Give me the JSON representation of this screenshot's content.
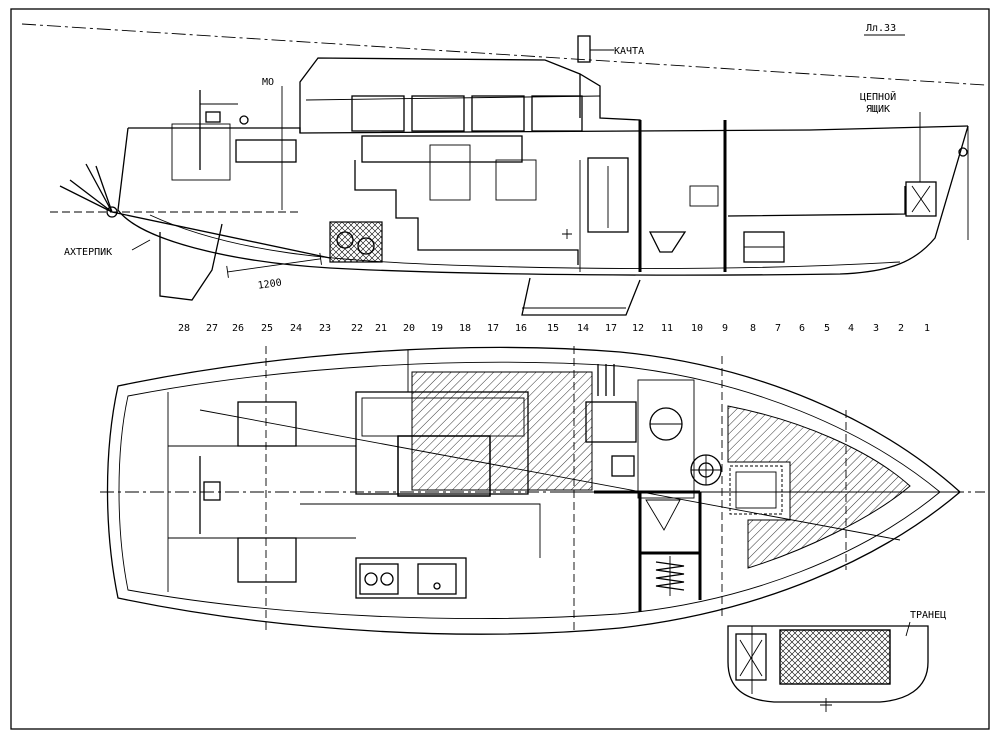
{
  "sheet_number": "Лл.33",
  "labels": {
    "kachta": "КАЧТА",
    "mo": "МО",
    "cepnoy_line1": "ЦЕПНОЙ",
    "cepnoy_line2": "ЯЩИК",
    "akhterpik": "АХТЕРПИК",
    "dimension": "1200",
    "tranec": "ТРАНЕЦ"
  },
  "frames": [
    "28",
    "27",
    "26",
    "25",
    "24",
    "23",
    "22",
    "21",
    "20",
    "19",
    "18",
    "17",
    "16",
    "15",
    "14",
    "17",
    "12",
    "11",
    "10",
    "9",
    "8",
    "7",
    "6",
    "5",
    "4",
    "3",
    "2",
    "1"
  ]
}
